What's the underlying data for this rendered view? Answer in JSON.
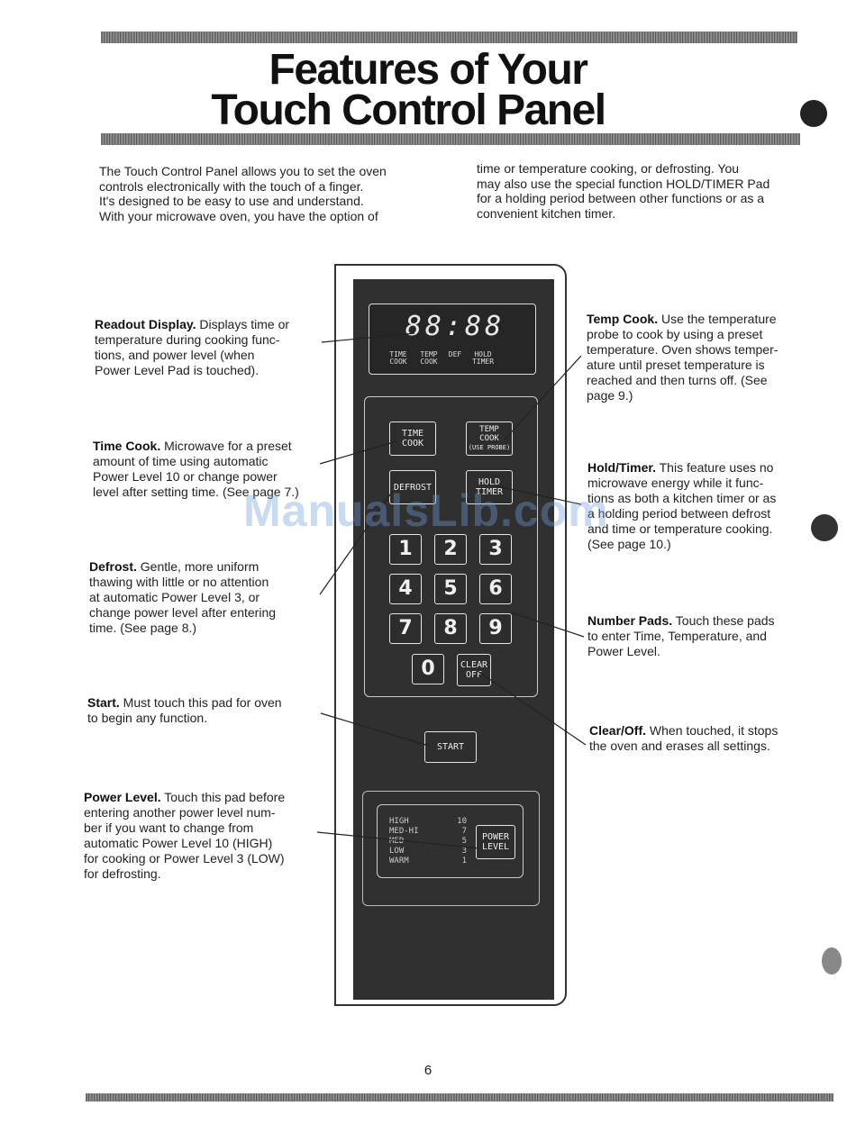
{
  "page": {
    "title_line1": "Features of Your",
    "title_line2": "Touch Control Panel",
    "page_number": "6",
    "watermark": "ManualsLib.com"
  },
  "intro": {
    "left": [
      "The Touch Control Panel allows you to set the oven",
      "controls electronically with the touch of a finger.",
      "It's designed to be easy to use and understand.",
      "With your microwave oven, you have the option of"
    ],
    "right": [
      "time or temperature cooking, or defrosting. You",
      "may also use the special function HOLD/TIMER Pad",
      "for a holding period between other functions or as a",
      "convenient kitchen timer."
    ]
  },
  "annotations": {
    "readout": {
      "title": "Readout Display.",
      "lines": [
        " Displays time or",
        "temperature during cooking func-",
        "tions, and power level (when",
        "Power Level Pad is touched)."
      ]
    },
    "time_cook": {
      "title": "Time Cook.",
      "lines": [
        " Microwave for a preset",
        "amount of time using automatic",
        "Power Level 10 or change power",
        "level after setting time. (See page 7.)"
      ]
    },
    "defrost": {
      "title": "Defrost.",
      "lines": [
        " Gentle, more uniform",
        "thawing with little or no attention",
        "at automatic Power Level 3, or",
        "change power level after entering",
        "time. (See page 8.)"
      ]
    },
    "start": {
      "title": "Start.",
      "lines": [
        " Must touch this pad for oven",
        "to begin any function."
      ]
    },
    "power_level": {
      "title": "Power Level.",
      "lines": [
        " Touch this pad before",
        "entering another power level num-",
        "ber if you want to change from",
        "automatic Power Level 10 (HIGH)",
        "for cooking or Power Level 3 (LOW)",
        "for defrosting."
      ]
    },
    "temp_cook": {
      "title": "Temp Cook.",
      "lines": [
        " Use the temperature",
        "probe to cook by using a preset",
        "temperature. Oven shows temper-",
        "ature until preset temperature is",
        "reached and then turns off. (See",
        "page 9.)"
      ]
    },
    "hold_timer": {
      "title": "Hold/Timer.",
      "lines": [
        " This feature uses no",
        "microwave energy while it func-",
        "tions as both a kitchen timer or as",
        "a holding period between defrost",
        "and time or temperature cooking.",
        "(See page 10.)"
      ]
    },
    "number_pads": {
      "title": "Number Pads.",
      "lines": [
        " Touch these pads",
        "to enter Time, Temperature, and",
        "Power Level."
      ]
    },
    "clear_off": {
      "title": "Clear/Off.",
      "lines": [
        " When touched, it stops",
        "the oven and erases all settings."
      ]
    }
  },
  "panel": {
    "display_digits": "88:88",
    "display_labels": [
      "TIME COOK",
      "TEMP COOK",
      "DEF",
      "HOLD TIMER"
    ],
    "pads": {
      "time_cook": [
        "TIME",
        "COOK"
      ],
      "temp_cook": [
        "TEMP",
        "COOK",
        "(USE PROBE)"
      ],
      "defrost": [
        "DEFROST"
      ],
      "hold_timer": [
        "HOLD",
        "TIMER"
      ],
      "clear_off": [
        "CLEAR",
        "OFF"
      ],
      "start": [
        "START"
      ],
      "power_level": [
        "POWER",
        "LEVEL"
      ]
    },
    "numbers": [
      "1",
      "2",
      "3",
      "4",
      "5",
      "6",
      "7",
      "8",
      "9",
      "0"
    ],
    "power_levels": [
      {
        "name": "HIGH",
        "value": "10"
      },
      {
        "name": "MED-HI",
        "value": "7"
      },
      {
        "name": "MED",
        "value": "5"
      },
      {
        "name": "LOW",
        "value": "3"
      },
      {
        "name": "WARM",
        "value": "1"
      }
    ]
  }
}
